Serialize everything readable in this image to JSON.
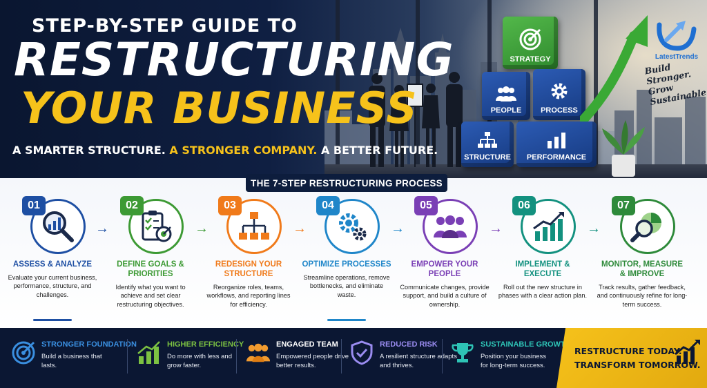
{
  "hero": {
    "line1": "STEP-BY-STEP GUIDE TO",
    "line2": "RESTRUCTURING",
    "line3": "YOUR BUSINESS",
    "tagline_part1": "A SMARTER STRUCTURE.",
    "tagline_part2": "A STRONGER COMPANY.",
    "tagline_part3": "A BETTER FUTURE."
  },
  "cubes": {
    "strategy": "STRATEGY",
    "people": "PEOPLE",
    "process": "PROCESS",
    "structure": "STRUCTURE",
    "performance": "PERFORMANCE"
  },
  "brand": {
    "name": "LatestTrends",
    "handwritten_line1": "Build",
    "handwritten_line2": "Stronger. Grow",
    "handwritten_line3": "Sustainable."
  },
  "process": {
    "banner": "THE 7-STEP RESTRUCTURING PROCESS",
    "steps": [
      {
        "num": "01",
        "title_l1": "ASSESS & ANALYZE",
        "title_l2": "",
        "desc": "Evaluate your current business, performance, structure, and challenges.",
        "color": "#1e4fa3"
      },
      {
        "num": "02",
        "title_l1": "DEFINE GOALS &",
        "title_l2": "PRIORITIES",
        "desc": "Identify what you want to achieve and set clear restructuring objectives.",
        "color": "#3d9a34"
      },
      {
        "num": "03",
        "title_l1": "REDESIGN YOUR",
        "title_l2": "STRUCTURE",
        "desc": "Reorganize roles, teams, workflows, and reporting lines for efficiency.",
        "color": "#f07a1a"
      },
      {
        "num": "04",
        "title_l1": "OPTIMIZE PROCESSES",
        "title_l2": "",
        "desc": "Streamline operations, remove bottlenecks, and eliminate waste.",
        "color": "#1f86c9"
      },
      {
        "num": "05",
        "title_l1": "EMPOWER YOUR",
        "title_l2": "PEOPLE",
        "desc": "Communicate changes, provide support, and build a culture of ownership.",
        "color": "#7a3fb5"
      },
      {
        "num": "06",
        "title_l1": "IMPLEMENT &",
        "title_l2": "EXECUTE",
        "desc": "Roll out the new structure in phases with a clear action plan.",
        "color": "#13917f"
      },
      {
        "num": "07",
        "title_l1": "MONITOR, MEASURE",
        "title_l2": "& IMPROVE",
        "desc": "Track results, gather feedback, and continuously refine for long-term success.",
        "color": "#2e8a3a"
      }
    ]
  },
  "benefits": [
    {
      "title": "STRONGER FOUNDATION",
      "desc": "Build a business that lasts.",
      "color": "#3a8fe0",
      "icon": "target-icon"
    },
    {
      "title": "HIGHER EFFICIENCY",
      "desc": "Do more with less and grow faster.",
      "color": "#7cc242",
      "icon": "bar-chart-icon"
    },
    {
      "title": "ENGAGED TEAM",
      "desc": "Empowered people drive better results.",
      "color": "#ffffff",
      "icon": "team-icon"
    },
    {
      "title": "REDUCED RISK",
      "desc": "A resilient structure adapts and thrives.",
      "color": "#9a8cf0",
      "icon": "shield-icon"
    },
    {
      "title": "SUSTAINABLE GROWTH",
      "desc": "Position your business for long-term success.",
      "color": "#2ec4b6",
      "icon": "trophy-icon"
    }
  ],
  "cta": {
    "line1": "RESTRUCTURE TODAY.",
    "line2": "TRANSFORM TOMORROW."
  }
}
